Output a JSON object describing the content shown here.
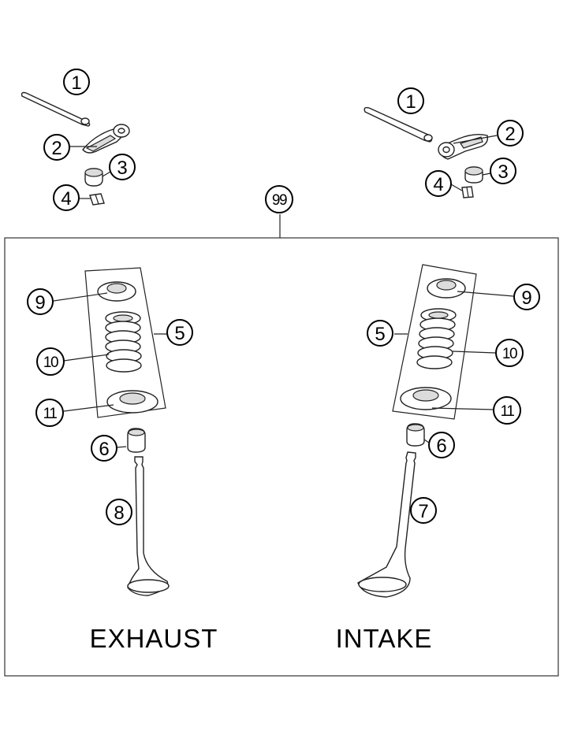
{
  "callouts": {
    "assembly": "99",
    "shaft": "1",
    "rocker_arm": "2",
    "shim": "3",
    "valve_keeper": "4",
    "valve_spring": "5",
    "valve_stem_seal": "6",
    "intake_valve": "7",
    "exhaust_valve": "8",
    "spring_retainer": "9",
    "spring_inner": "10",
    "spring_seat": "11"
  },
  "labels": {
    "exhaust": "EXHAUST",
    "intake": "INTAKE"
  }
}
